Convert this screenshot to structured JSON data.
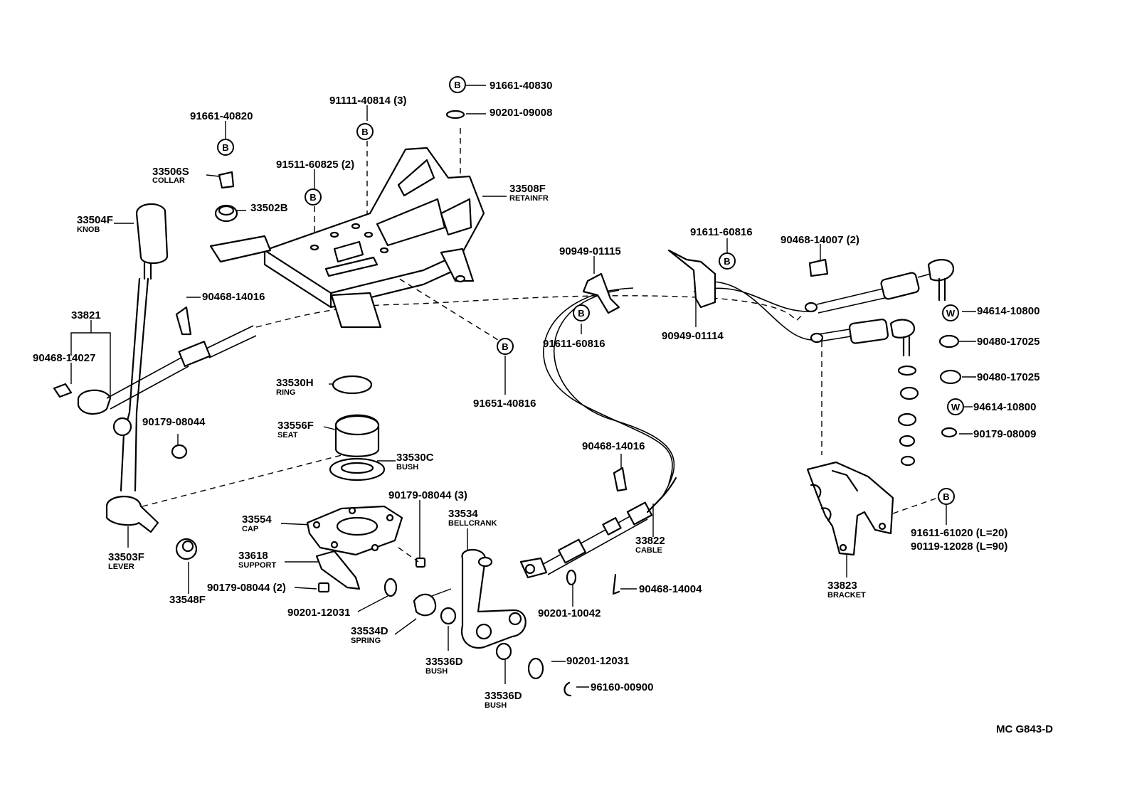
{
  "parts": {
    "p_91661_40820": "91661-40820",
    "p_33506S": "33506S",
    "p_collar": "COLLAR",
    "p_33502B": "33502B",
    "p_33504F": "33504F",
    "p_knob": "KNOB",
    "p_33821": "33821",
    "p_90468_14027": "90468-14027",
    "p_90468_14016a": "90468-14016",
    "p_90179_08044a": "90179-08044",
    "p_33503F": "33503F",
    "p_lever": "LEVER",
    "p_33548F": "33548F",
    "p_91111_40814": "91111-40814 (3)",
    "p_91511_60825": "91511-60825 (2)",
    "p_91661_40830": "91661-40830",
    "p_90201_09008": "90201-09008",
    "p_33508F": "33508F",
    "p_retainer": "RETAINFR",
    "p_33530H": "33530H",
    "p_ring": "RING",
    "p_33556F": "33556F",
    "p_seat": "SEAT",
    "p_33530C": "33530C",
    "p_bush_c": "BUSH",
    "p_91651_40816": "91651-40816",
    "p_90179_08044_3": "90179-08044 (3)",
    "p_33554": "33554",
    "p_cap": "CAP",
    "p_33618": "33618",
    "p_support": "SUPPORT",
    "p_90179_08044_2": "90179-08044 (2)",
    "p_90201_12031a": "90201-12031",
    "p_33534D": "33534D",
    "p_spring": "SPRING",
    "p_33534": "33534",
    "p_bellcrank": "BELLCRANK",
    "p_33536D_a": "33536D",
    "p_bush_a": "BUSH",
    "p_33536D_b": "33536D",
    "p_bush_b": "BUSH",
    "p_90201_12031b": "90201-12031",
    "p_96160_00900": "96160-00900",
    "p_90949_01115": "90949-01115",
    "p_91611_60816a": "91611-60816",
    "p_91611_60816b": "91611-60816",
    "p_90949_01114": "90949-01114",
    "p_90468_14007": "90468-14007 (2)",
    "p_90468_14016b": "90468-14016",
    "p_33822": "33822",
    "p_cable": "CABLE",
    "p_90201_10042": "90201-10042",
    "p_90468_14004": "90468-14004",
    "p_94614_10800a": "94614-10800",
    "p_90480_17025a": "90480-17025",
    "p_90480_17025b": "90480-17025",
    "p_94614_10800b": "94614-10800",
    "p_90179_08009": "90179-08009",
    "p_91611_61020": "91611-61020 (L=20)",
    "p_90119_12028": "90119-12028 (L=90)",
    "p_33823": "33823",
    "p_bracket": "BRACKET"
  },
  "markers": {
    "b": "B",
    "w": "W"
  },
  "footer": {
    "code": "MC G843-D"
  }
}
